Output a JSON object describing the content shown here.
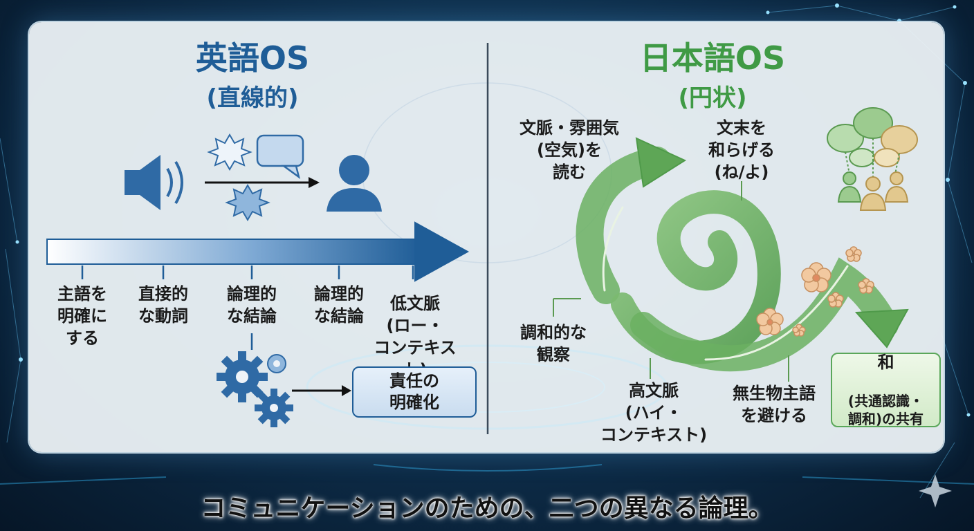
{
  "left": {
    "title": "英語OS",
    "subtitle": "(直線的)",
    "steps": [
      "主語を\n明確に\nする",
      "直接的\nな動詞",
      "論理的\nな結論",
      "論理的\nな結論",
      "低文脈\n(ロー・\nコンテキスト)"
    ],
    "result": "責任の\n明確化"
  },
  "right": {
    "title": "日本語OS",
    "subtitle": "(円状)",
    "labels": {
      "read_air": "文脈・雰囲気\n(空気)を\n読む",
      "soften_end": "文末を\n和らげる\n(ね/よ)",
      "harmony": "調和的な\n観察",
      "high_context": "高文脈\n(ハイ・\nコンテキスト)",
      "inanimate": "無生物主語\nを避ける"
    },
    "result_head": "和",
    "result_body": "(共通認識・\n調和)の共有"
  },
  "caption": "コミュニケーションのための、二つの異なる論理。",
  "colors": {
    "english_blue": "#1f5d97",
    "japanese_green": "#3f9a45",
    "background_navy": "#0d2c48"
  }
}
